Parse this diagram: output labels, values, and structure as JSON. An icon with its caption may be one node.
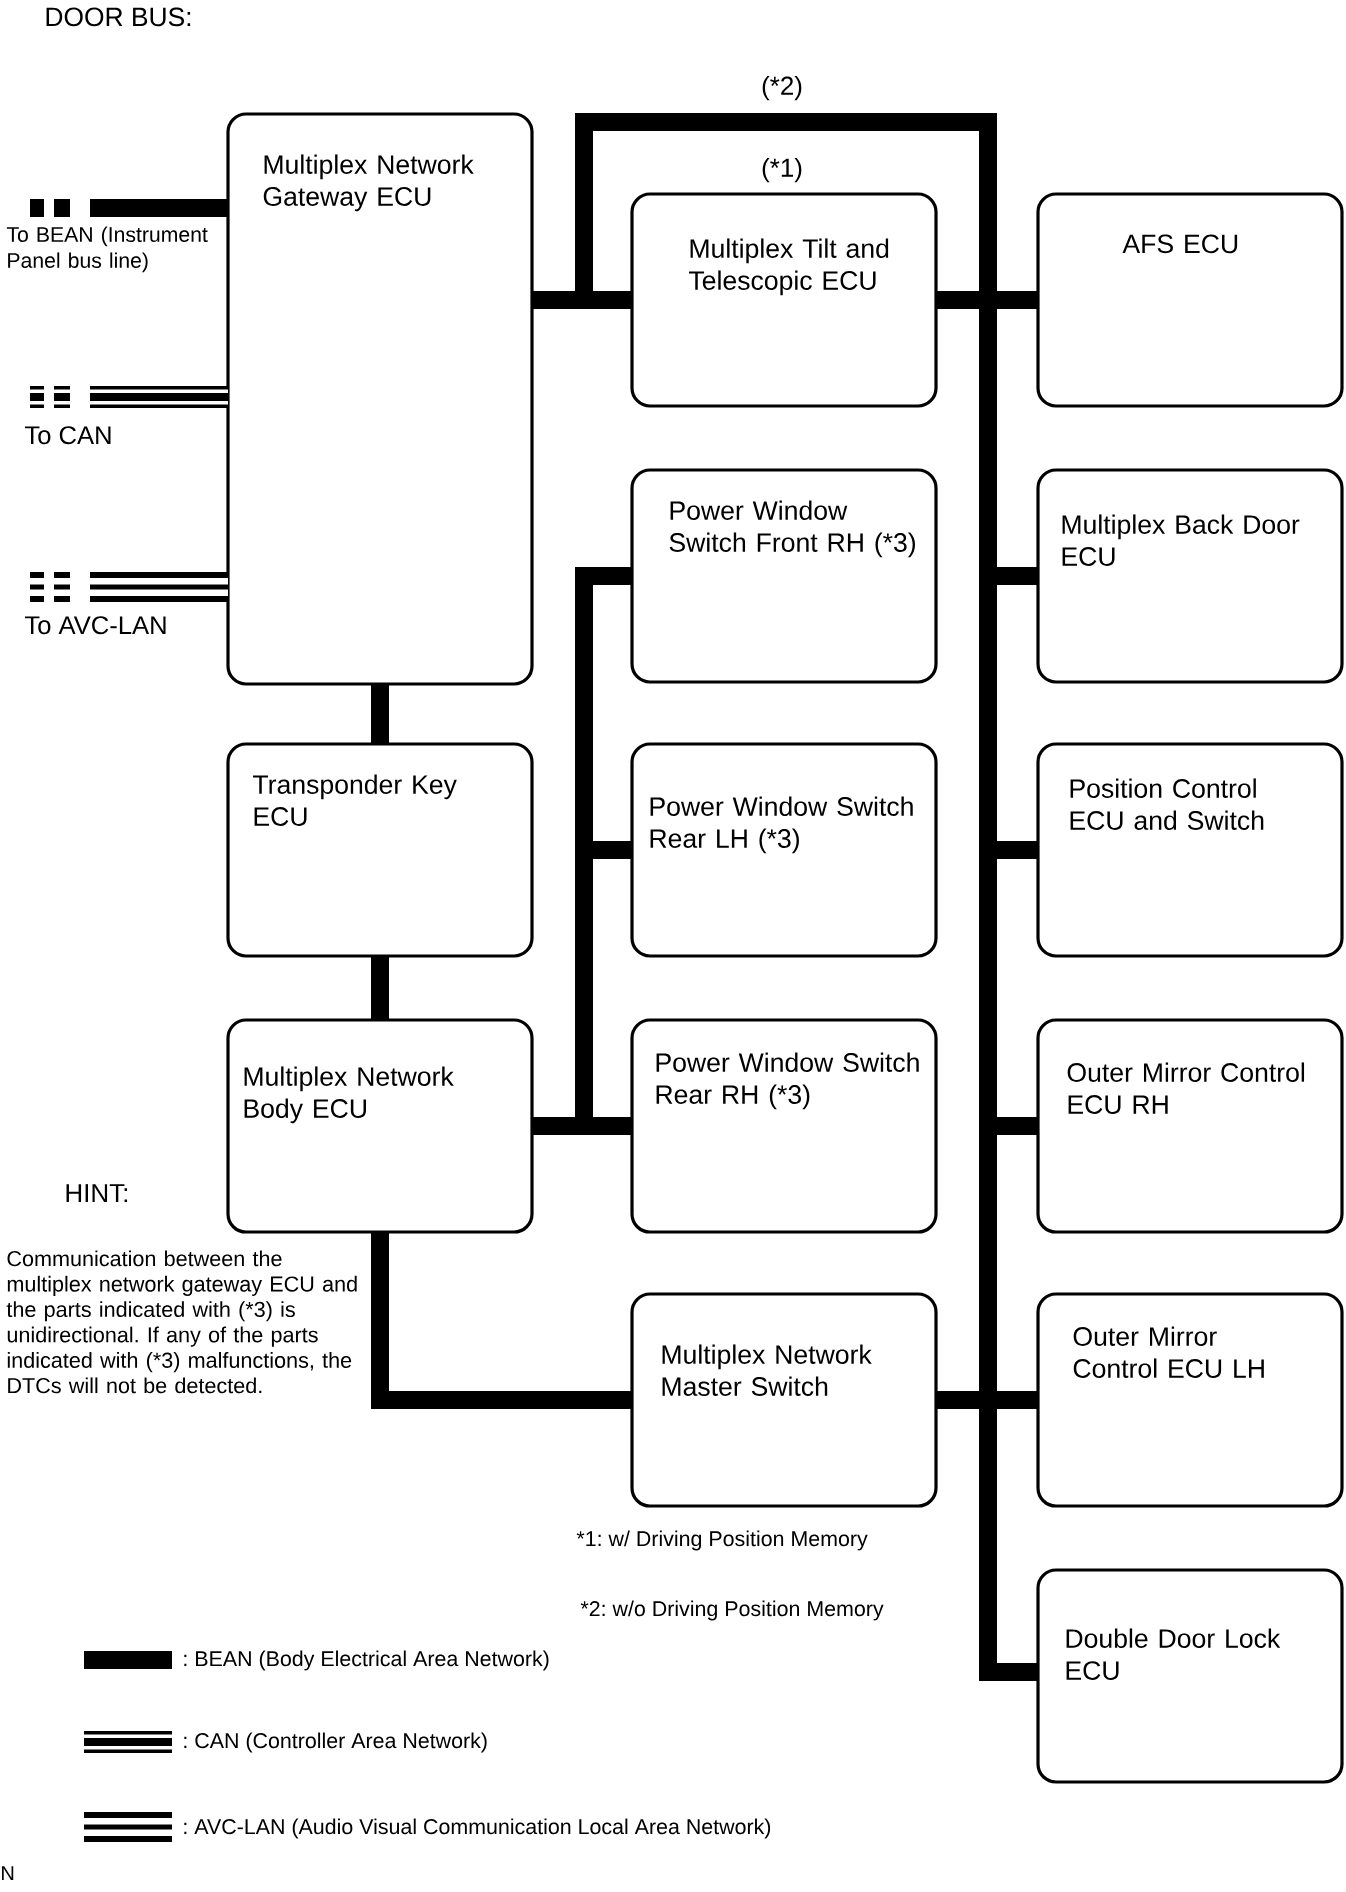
{
  "diagram": {
    "title": "DOOR BUS:",
    "nodes": [
      {
        "text": [
          "Multiplex Network Gateway ECU"
        ]
      },
      {
        "text": [
          "Multiplex Tilt and Telescopic ECU"
        ],
        "beside": [
          "(*1)"
        ]
      },
      {
        "text": [
          "AFS ECU"
        ]
      },
      {
        "text": [
          "Power Window Switch Front RH (*3)"
        ]
      },
      {
        "text": [
          "Multiplex Back Door ECU"
        ]
      },
      {
        "text": [
          "Transponder Key ECU"
        ]
      },
      {
        "text": [
          "Power Window Switch Rear LH (*3)"
        ]
      },
      {
        "text": [
          "Position Control ECU and Switch"
        ]
      },
      {
        "text": [
          "Multiplex Network Body ECU"
        ]
      },
      {
        "text": [
          "Power Window Switch Rear RH (*3)"
        ]
      },
      {
        "text": [
          "Outer Mirror Control ECU RH"
        ]
      },
      {
        "text": [
          "Multiplex Network Master Switch"
        ]
      },
      {
        "text": [
          "Outer Mirror Control ECU LH"
        ]
      },
      {
        "text": [
          "Double Door Lock ECU"
        ]
      }
    ],
    "edges": [
      {
        "from": null,
        "to": 0,
        "arrow": "none",
        "label": "To BEAN (Instrument Panel bus line)",
        "style": "dashed"
      },
      {
        "from": null,
        "to": 0,
        "arrow": "none",
        "label": "To CAN",
        "style": "dashed"
      },
      {
        "from": null,
        "to": 0,
        "arrow": "none",
        "label": "To AVC-LAN",
        "style": "dashed"
      },
      {
        "from": 0,
        "to": 1,
        "arrow": "none"
      },
      {
        "from": 0,
        "to": 2,
        "arrow": "none",
        "label": "(*2)"
      },
      {
        "from": 1,
        "to": 2,
        "arrow": "none"
      },
      {
        "from": 1,
        "to": 4,
        "arrow": "none"
      },
      {
        "from": 1,
        "to": 7,
        "arrow": "none"
      },
      {
        "from": 1,
        "to": 10,
        "arrow": "none"
      },
      {
        "from": 1,
        "to": 12,
        "arrow": "none"
      },
      {
        "from": 1,
        "to": 13,
        "arrow": "none"
      },
      {
        "from": 11,
        "to": 12,
        "arrow": "none"
      },
      {
        "from": 0,
        "to": 5,
        "arrow": "none"
      },
      {
        "from": 5,
        "to": 8,
        "arrow": "none"
      },
      {
        "from": 8,
        "to": 3,
        "arrow": "none"
      },
      {
        "from": 8,
        "to": 6,
        "arrow": "none"
      },
      {
        "from": 8,
        "to": 9,
        "arrow": "none"
      },
      {
        "from": 8,
        "to": 11,
        "arrow": "none"
      }
    ],
    "labels": [
      "HINT:",
      "Communication between the multiplex network gateway ECU and the parts indicated with (*3) is unidirectional. If any of the parts indicated with (*3) malfunctions, the DTCs will not be detected.",
      "*1: w/ Driving Position Memory",
      "*2: w/o Driving Position Memory",
      "N"
    ],
    "legend": [
      {
        "text": ": BEAN (Body Electrical Area Network)"
      },
      {
        "text": ": CAN (Controller Area Network)"
      },
      {
        "text": ": AVC-LAN (Audio Visual Communication Local Area Network)"
      }
    ]
  }
}
